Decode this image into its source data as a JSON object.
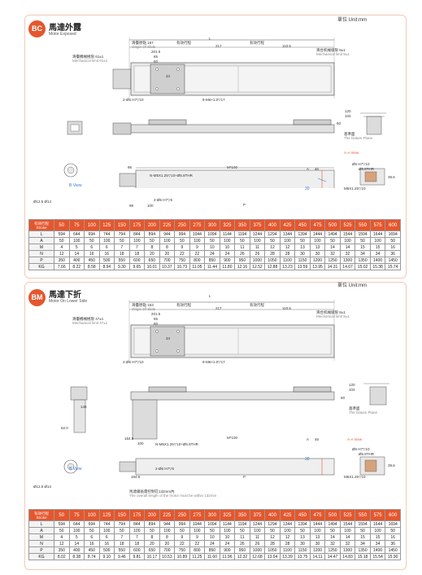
{
  "unit_label": "單位 Unit:mm",
  "sections": [
    {
      "id": "bc",
      "badge": "BC",
      "title": "馬達外露",
      "subtitle": "Motor Exposed",
      "labels": {
        "total_length": "L",
        "mech_limit_front": "滑臺原點 167",
        "mech_limit_front_en": "Origin Of Slide",
        "stroke_mid": "有效行程",
        "stroke_mid_en": "Stroke",
        "mid_dim": "217",
        "stroke_right": "有效行程",
        "stroke_right_en": "Stroke",
        "right_dim": "110.5",
        "dim_201": "201.5",
        "dim_65": "65",
        "dim_60": "60",
        "dim_34": "34",
        "limit_left": "滑臺機械極限 61±1",
        "limit_left_en": "Mechanical limit 61±1",
        "limit_right": "滑台机械极限 8±1",
        "limit_right_en": "Mechanical limit 8±1",
        "hole_spec": "2-Ø6 H7▽10",
        "screw_spec": "8-M6×1.0▽17",
        "side_120": "120",
        "side_104": "104",
        "side_60": "60",
        "datum": "基準面",
        "datum_en": "The Datum Plane",
        "aa_view": "A-A View",
        "dim_96": "96",
        "slot_spec": "N-M5X1.25▽10+Ø6.8THR",
        "pitch": "M*100",
        "a_mark": "A",
        "dim_46": "46",
        "dim_98": "98",
        "dim_100": "100",
        "hole_spec2": "2-Ø6 H7▽6",
        "p_mark": "P",
        "dim_30": "30",
        "b_view": "B View",
        "aa_dims": "Ø6 H7▽10",
        "aa_dims2": "Ø6.8THR",
        "aa_side": "M5X1.25▽10",
        "aa_h": "39.6",
        "small_dims": "Ø12.5 Ø14"
      },
      "table": {
        "row_labels": [
          "有效行程 Stroke",
          "L",
          "A",
          "M",
          "N",
          "P",
          "KG"
        ],
        "columns": [
          [
            "50",
            "594",
            "50",
            "4",
            "12",
            "350",
            "7.66"
          ],
          [
            "75",
            "644",
            "100",
            "5",
            "14",
            "400",
            "8.22"
          ],
          [
            "100",
            "694",
            "50",
            "6",
            "16",
            "450",
            "8.58"
          ],
          [
            "125",
            "744",
            "100",
            "6",
            "16",
            "500",
            "8.94"
          ],
          [
            "150",
            "794",
            "50",
            "7",
            "18",
            "550",
            "9.30"
          ],
          [
            "175",
            "844",
            "100",
            "7",
            "18",
            "600",
            "9.65"
          ],
          [
            "200",
            "894",
            "50",
            "8",
            "20",
            "650",
            "10.01"
          ],
          [
            "225",
            "944",
            "100",
            "8",
            "20",
            "700",
            "10.37"
          ],
          [
            "250",
            "994",
            "50",
            "9",
            "22",
            "750",
            "10.73"
          ],
          [
            "275",
            "1044",
            "100",
            "9",
            "22",
            "800",
            "11.05"
          ],
          [
            "300",
            "1094",
            "50",
            "10",
            "24",
            "850",
            "11.44"
          ],
          [
            "325",
            "1144",
            "100",
            "10",
            "24",
            "900",
            "11.80"
          ],
          [
            "350",
            "1194",
            "50",
            "11",
            "26",
            "950",
            "12.16"
          ],
          [
            "375",
            "1244",
            "100",
            "11",
            "26",
            "1000",
            "12.52"
          ],
          [
            "400",
            "1294",
            "50",
            "12",
            "28",
            "1050",
            "12.88"
          ],
          [
            "425",
            "1344",
            "100",
            "12",
            "28",
            "1100",
            "13.23"
          ],
          [
            "450",
            "1394",
            "50",
            "13",
            "30",
            "1150",
            "13.59"
          ],
          [
            "475",
            "1444",
            "100",
            "13",
            "30",
            "1200",
            "13.95"
          ],
          [
            "500",
            "1494",
            "50",
            "14",
            "32",
            "1250",
            "14.31"
          ],
          [
            "525",
            "1544",
            "100",
            "14",
            "32",
            "1300",
            "14.67"
          ],
          [
            "550",
            "1594",
            "50",
            "15",
            "34",
            "1350",
            "15.02"
          ],
          [
            "575",
            "1644",
            "100",
            "15",
            "34",
            "1400",
            "15.38"
          ],
          [
            "600",
            "1694",
            "50",
            "16",
            "36",
            "1450",
            "15.74"
          ]
        ]
      }
    },
    {
      "id": "bm",
      "badge": "BM",
      "title": "馬達下折",
      "subtitle": "Motor On Lower Side",
      "labels": {
        "total_length": "L",
        "mech_limit_front": "滑臺原點 153",
        "mech_limit_front_en": "Origin Of Slide",
        "stroke_mid": "有效行程",
        "stroke_mid_en": "Stroke",
        "mid_dim": "217",
        "stroke_right": "有效行程",
        "stroke_right_en": "Stroke",
        "right_dim": "110.5",
        "dim_201": "201.5",
        "dim_65": "65",
        "dim_60": "60",
        "dim_34": "34",
        "limit_left": "滑臺機械極限 47±1",
        "limit_left_en": "Mechanical limit 47±1",
        "limit_right": "滑台机械极限 8±1",
        "limit_right_en": "Mechanical limit 8±1",
        "hole_spec": "2-Ø6 H7▽10",
        "screw_spec": "8-M6×1.0▽17",
        "side_120": "120",
        "side_104": "104",
        "side_60": "60",
        "side_h": "148",
        "datum": "基準面",
        "datum_en": "The Datum Plane",
        "aa_view": "A-A View",
        "dim_184": "184.5",
        "dim_100": "100",
        "slot_spec": "N-M5X1.25▽10+Ø6.8THR",
        "pitch": "M*100",
        "a_mark": "A",
        "dim_46": "46",
        "hole_spec2": "2-Ø6 H7▽6",
        "p_mark": "P",
        "dim_30": "30",
        "b_view": "B View",
        "dim_62": "62.0",
        "note": "馬達總長需控制在132mm內",
        "note_en": "The overall length of the motor must be within 132mm",
        "aa_dims": "Ø6 H7▽10",
        "aa_dims2": "Ø6.8THR",
        "aa_side": "M5X1.25▽10",
        "aa_h": "39.6",
        "small_dims": "Ø12.5 Ø14"
      },
      "table": {
        "row_labels": [
          "有效行程 Stroke",
          "L",
          "A",
          "M",
          "N",
          "P",
          "KG"
        ],
        "columns": [
          [
            "50",
            "594",
            "50",
            "4",
            "12",
            "350",
            "8.02"
          ],
          [
            "75",
            "644",
            "100",
            "5",
            "14",
            "400",
            "8.38"
          ],
          [
            "100",
            "694",
            "50",
            "6",
            "16",
            "450",
            "8.74"
          ],
          [
            "125",
            "744",
            "100",
            "6",
            "16",
            "500",
            "9.10"
          ],
          [
            "150",
            "794",
            "50",
            "7",
            "18",
            "550",
            "9.46"
          ],
          [
            "175",
            "844",
            "100",
            "7",
            "18",
            "600",
            "9.81"
          ],
          [
            "200",
            "894",
            "50",
            "8",
            "20",
            "650",
            "10.17"
          ],
          [
            "225",
            "944",
            "100",
            "8",
            "20",
            "700",
            "10.53"
          ],
          [
            "250",
            "994",
            "50",
            "9",
            "22",
            "750",
            "10.89"
          ],
          [
            "275",
            "1044",
            "100",
            "9",
            "22",
            "800",
            "11.25"
          ],
          [
            "300",
            "1094",
            "50",
            "10",
            "24",
            "850",
            "11.60"
          ],
          [
            "325",
            "1144",
            "100",
            "10",
            "24",
            "900",
            "11.96"
          ],
          [
            "350",
            "1194",
            "50",
            "11",
            "26",
            "950",
            "12.32"
          ],
          [
            "375",
            "1244",
            "100",
            "11",
            "26",
            "1000",
            "12.68"
          ],
          [
            "400",
            "1294",
            "50",
            "12",
            "28",
            "1050",
            "13.04"
          ],
          [
            "425",
            "1344",
            "100",
            "12",
            "28",
            "1100",
            "13.39"
          ],
          [
            "450",
            "1394",
            "50",
            "13",
            "30",
            "1150",
            "13.75"
          ],
          [
            "475",
            "1444",
            "100",
            "13",
            "30",
            "1200",
            "14.11"
          ],
          [
            "500",
            "1494",
            "50",
            "14",
            "32",
            "1250",
            "14.47"
          ],
          [
            "525",
            "1544",
            "100",
            "14",
            "32",
            "1300",
            "14.83"
          ],
          [
            "550",
            "1594",
            "50",
            "15",
            "34",
            "1350",
            "15.18"
          ],
          [
            "575",
            "1644",
            "100",
            "15",
            "34",
            "1400",
            "15.54"
          ],
          [
            "600",
            "1694",
            "50",
            "16",
            "36",
            "1450",
            "15.90"
          ]
        ]
      }
    }
  ]
}
